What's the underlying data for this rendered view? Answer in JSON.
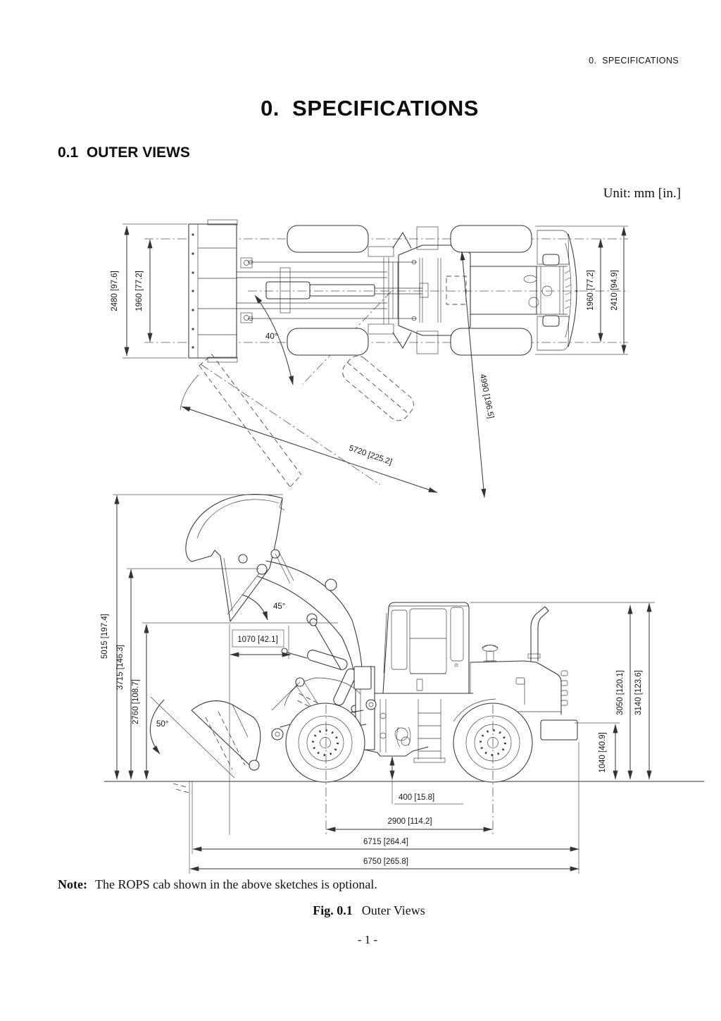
{
  "header": {
    "right_text": "0.  SPECIFICATIONS"
  },
  "title": "0.  SPECIFICATIONS",
  "section": {
    "heading": "0.1  OUTER VIEWS"
  },
  "figure": {
    "unit": "Unit: mm [in.]",
    "top_view": {
      "dims": {
        "blade_width": "2480 [97.6]",
        "tread_left": "1960 [77.2]",
        "steer_angle": "40°",
        "tread_right": "1960 [77.2]",
        "width_over_tires": "2410 [94.9]",
        "diagonal_length": "4990 [196.5]",
        "turning_width": "5720 [225.2]"
      }
    },
    "side_view": {
      "dims": {
        "height_bucket_raised": "5015 [197.4]",
        "hinge_pin_height": "3715 [146.3]",
        "dump_clearance": "2760 [108.7]",
        "dump_angle": "45°",
        "reach": "1070 [42.1]",
        "rollback_angle": "50°",
        "cab_height": "3050 [120.1]",
        "overall_height": "3140 [123.6]",
        "rear_height": "1040 [40.9]",
        "ground_clearance": "400 [15.8]",
        "wheelbase": "2900 [114.2]",
        "length_to_bucket": "6715 [264.4]",
        "overall_length": "6750 [265.8]"
      }
    }
  },
  "note": {
    "label": "Note:",
    "text": "The ROPS cab shown in the above sketches is optional."
  },
  "caption": {
    "label": "Fig. 0.1",
    "text": "Outer Views"
  },
  "page_number": "- 1 -"
}
